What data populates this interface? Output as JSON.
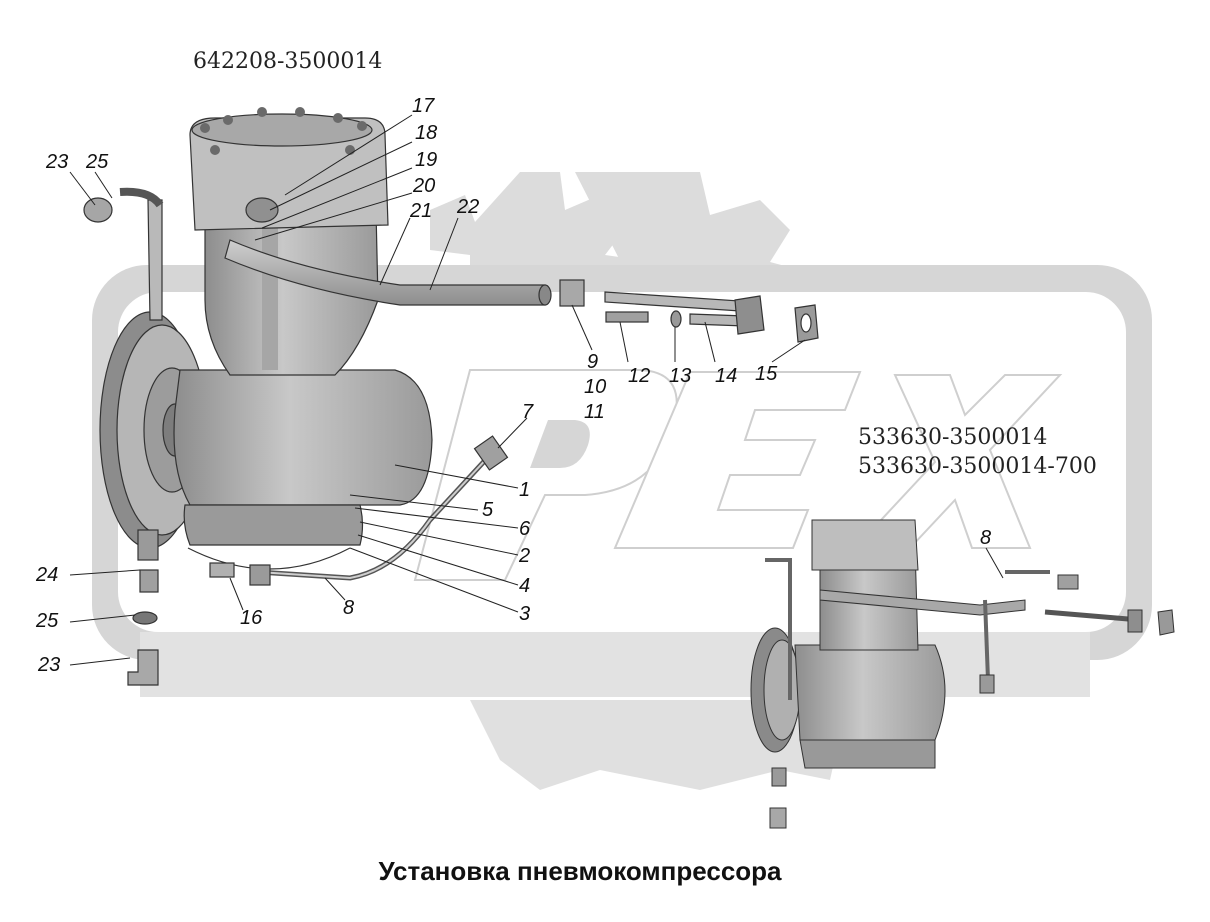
{
  "drawing": {
    "part_number_main": "642208-3500014",
    "part_number_alt_1": "533630-3500014",
    "part_number_alt_2": "533630-3500014-700",
    "watermark": "PEX",
    "title": "Установка пневмокомпрессора"
  },
  "callouts": {
    "c1": "1",
    "c2": "2",
    "c3": "3",
    "c4": "4",
    "c5": "5",
    "c6": "6",
    "c7": "7",
    "c8a": "8",
    "c8b": "8",
    "c9": "9",
    "c10": "10",
    "c11": "11",
    "c12": "12",
    "c13": "13",
    "c14": "14",
    "c15": "15",
    "c16": "16",
    "c17": "17",
    "c18": "18",
    "c19": "19",
    "c20": "20",
    "c21": "21",
    "c22": "22",
    "c23a": "23",
    "c25a": "25",
    "c24": "24",
    "c25b": "25",
    "c23b": "23"
  },
  "colors": {
    "watermark": "#d9d9d9",
    "metal": "#b4b4b4",
    "metal_dark": "#8a8a8a",
    "line": "#222222"
  }
}
